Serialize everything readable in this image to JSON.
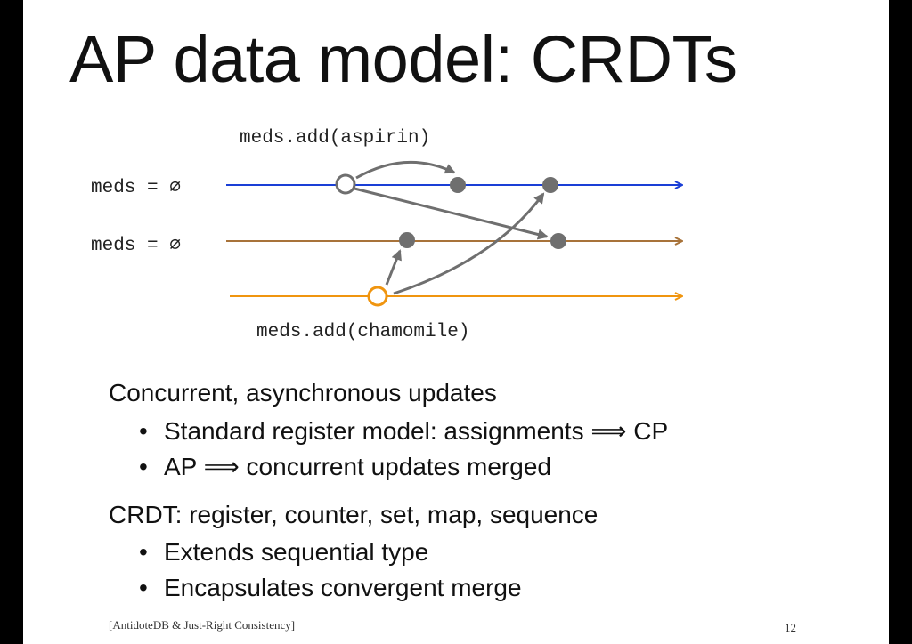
{
  "slide": {
    "title": "AP data model: CRDTs",
    "diagram": {
      "replica_labels": [
        "meds = ∅",
        "meds = ∅"
      ],
      "op_top": "meds.add(aspirin)",
      "op_bottom": "meds.add(chamomile)",
      "colors": {
        "replica1": "#1a3fd6",
        "replica2": "#a8733a",
        "client": "#f0950f",
        "message": "#6f6f6f",
        "event": "#6f6f6f"
      }
    },
    "section1": {
      "heading": "Concurrent, asynchronous updates",
      "bullets": [
        "Standard register model: assignments ⟹ CP",
        "AP ⟹ concurrent updates merged"
      ]
    },
    "section2": {
      "heading": "CRDT: register, counter, set, map, sequence",
      "bullets": [
        "Extends sequential type",
        "Encapsulates convergent merge"
      ]
    },
    "footer": {
      "citation": "[AntidoteDB & Just-Right Consistency]",
      "page_number": "12"
    },
    "bullet_glyph": "•"
  }
}
